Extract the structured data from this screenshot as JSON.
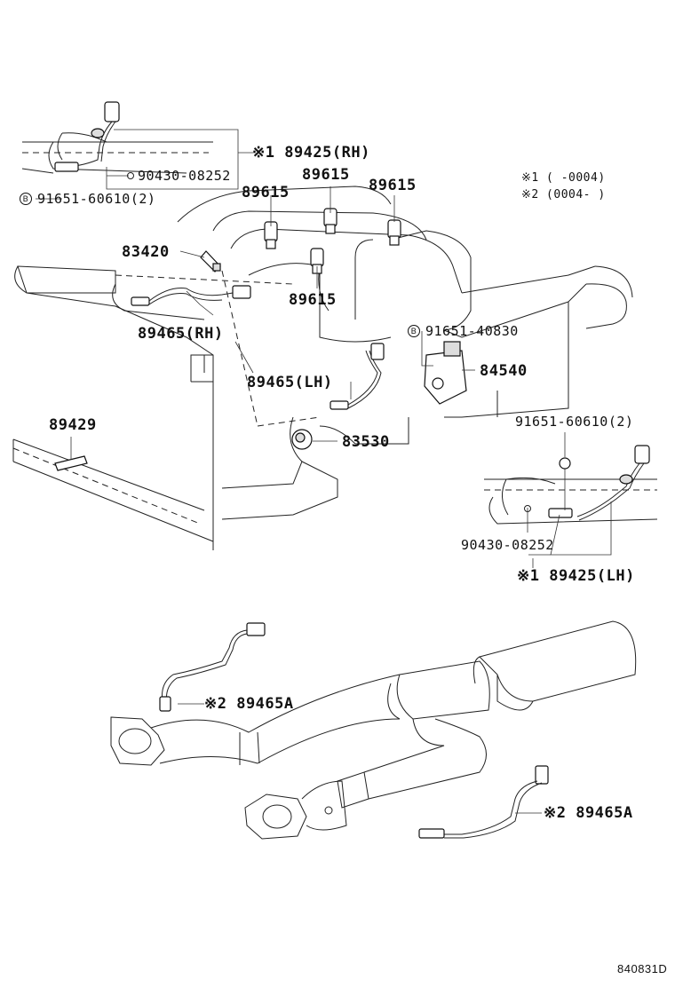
{
  "labels": {
    "l_89425rh": "※1 89425(RH)",
    "l_90430_top": "90430-08252",
    "l_91651_top": "91651-60610(2)",
    "l_89615_a": "89615",
    "l_89615_b": "89615",
    "l_89615_c": "89615",
    "l_89615_d": "89615",
    "l_83420": "83420",
    "l_89465rh": "89465(RH)",
    "l_89465lh": "89465(LH)",
    "l_91651_40830": "91651-40830",
    "l_84540": "84540",
    "l_89429": "89429",
    "l_83530": "83530",
    "l_91651_right": "91651-60610(2)",
    "l_90430_right": "90430-08252",
    "l_89425lh": "※1 89425(LH)",
    "l_89465a_top": "※2 89465A",
    "l_89465a_bottom": "※2 89465A"
  },
  "notes": {
    "note1": "※1 (      -0004)",
    "note2": "※2 (0004-      )"
  },
  "bolt_symbol": "B",
  "doc_id": "840831D"
}
